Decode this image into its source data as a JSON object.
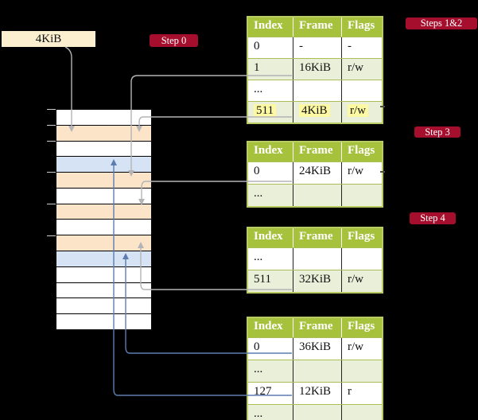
{
  "source_box": {
    "label": "4KiB"
  },
  "step_labels": {
    "step0": "Step 0",
    "steps12": "Steps 1&2",
    "step3": "Step 3",
    "step4": "Step 4"
  },
  "memory_stack": {
    "rows": [
      {
        "kind": "free"
      },
      {
        "kind": "page-table"
      },
      {
        "kind": "free"
      },
      {
        "kind": "mapped"
      },
      {
        "kind": "page-table"
      },
      {
        "kind": "free"
      },
      {
        "kind": "page-table"
      },
      {
        "kind": "free"
      },
      {
        "kind": "page-table"
      },
      {
        "kind": "mapped"
      },
      {
        "kind": "free"
      },
      {
        "kind": "free"
      },
      {
        "kind": "free"
      },
      {
        "kind": "free"
      }
    ]
  },
  "page_tables": [
    {
      "id": "table-steps-1-2",
      "headers": [
        "Index",
        "Frame",
        "Flags"
      ],
      "rows": [
        {
          "cells": [
            "0",
            "-",
            "-"
          ],
          "highlight": false
        },
        {
          "cells": [
            "1",
            "16KiB",
            "r/w"
          ],
          "highlight": false
        },
        {
          "cells": [
            "...",
            "",
            ""
          ],
          "highlight": false
        },
        {
          "cells": [
            "511",
            "4KiB",
            "r/w"
          ],
          "highlight": true
        }
      ]
    },
    {
      "id": "table-step-3",
      "headers": [
        "Index",
        "Frame",
        "Flags"
      ],
      "rows": [
        {
          "cells": [
            "0",
            "24KiB",
            "r/w"
          ],
          "highlight": false
        },
        {
          "cells": [
            "...",
            "",
            ""
          ],
          "highlight": false
        }
      ]
    },
    {
      "id": "table-step-4",
      "headers": [
        "Index",
        "Frame",
        "Flags"
      ],
      "rows": [
        {
          "cells": [
            "...",
            "",
            ""
          ],
          "highlight": false
        },
        {
          "cells": [
            "511",
            "32KiB",
            "r/w"
          ],
          "highlight": false
        }
      ]
    },
    {
      "id": "table-final",
      "headers": [
        "Index",
        "Frame",
        "Flags"
      ],
      "rows": [
        {
          "cells": [
            "0",
            "36KiB",
            "r/w"
          ],
          "highlight": false
        },
        {
          "cells": [
            "...",
            "",
            ""
          ],
          "highlight": false
        },
        {
          "cells": [
            "127",
            "12KiB",
            "r"
          ],
          "highlight": false
        },
        {
          "cells": [
            "...",
            "",
            ""
          ],
          "highlight": false
        }
      ]
    }
  ],
  "colors": {
    "background": "#000000",
    "table_header_bg": "#a6c23d",
    "table_border": "#b9cc63",
    "table_alt_row_bg": "#e9efd9",
    "highlight_bg": "#fdf8a2",
    "memory_page_table_bg": "#fce4c8",
    "memory_mapped_bg": "#d6e3f4",
    "badge_bg": "#a50f2d",
    "source_box_bg": "#fbefd0",
    "arrow_gray": "#b4b4b7",
    "arrow_blue": "#5d7cb0"
  }
}
